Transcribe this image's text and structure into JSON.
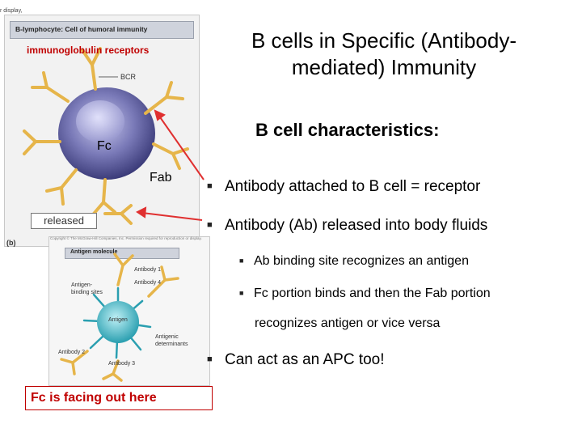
{
  "title": "B cells in Specific (Antibody-mediated) Immunity",
  "subtitle": "B cell characteristics:",
  "bullets": [
    "Antibody attached to B cell = receptor",
    "Antibody (Ab) released into body fluids",
    "Ab binding site recognizes an antigen",
    "Fc portion binds and then the Fab portion",
    "recognizes antigen or vice versa",
    "Can act as an APC too!"
  ],
  "figure_top": {
    "corner_caption": "r display,",
    "header": "B-lymphocyte: Cell of humoral immunity",
    "immuno_label": "immunoglobulin receptors",
    "bcr_label": "BCR",
    "fc_label": "Fc",
    "fab_label": "Fab",
    "released_label": "released",
    "panel_label": "(b)"
  },
  "figure_bottom": {
    "copyright": "Copyright © The McGraw-Hill Companies, Inc. Permission required for reproduction or display.",
    "header": "Antigen molecule",
    "antibody1": "Antibody 1",
    "antibody4": "Antibody 4",
    "binding_sites": "Antigen-binding sites",
    "antigen": "Antigen",
    "determinants": "Antigenic determinants",
    "antibody2": "Antibody 2",
    "antibody3": "Antibody 3",
    "note": "Fc is facing out here"
  },
  "colors": {
    "annotation_red": "#c00000",
    "arrow_red": "#e03030",
    "cell_purple": "#6a6aa8",
    "antibody_yellow": "#e6b54a",
    "antigen_teal": "#3ab8c8"
  }
}
